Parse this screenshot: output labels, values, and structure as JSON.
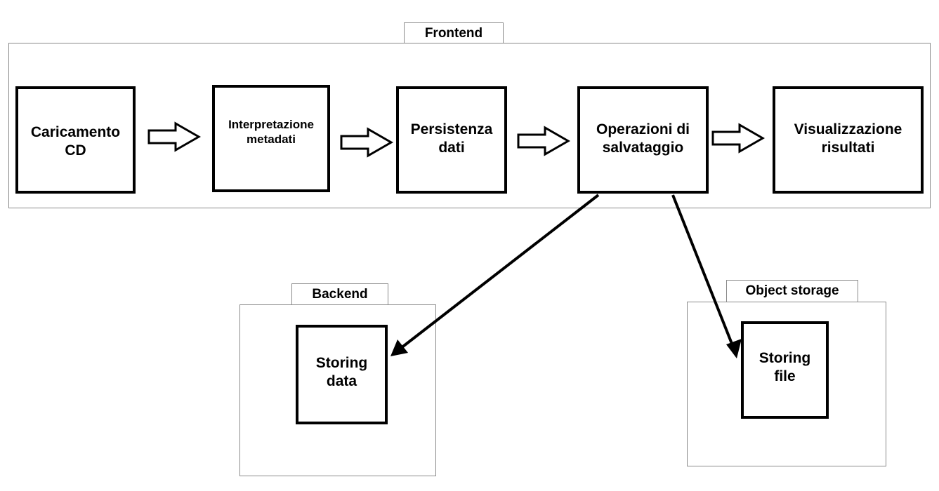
{
  "frontend": {
    "title": "Frontend",
    "steps": [
      "Caricamento\nCD",
      "Interpretazione\nmetadati",
      "Persistenza\ndati",
      "Operazioni di\nsalvataggio",
      "Visualizzazione\nrisultati"
    ]
  },
  "backend": {
    "title": "Backend",
    "box": "Storing\ndata"
  },
  "object_storage": {
    "title": "Object storage",
    "box": "Storing\nfile"
  }
}
